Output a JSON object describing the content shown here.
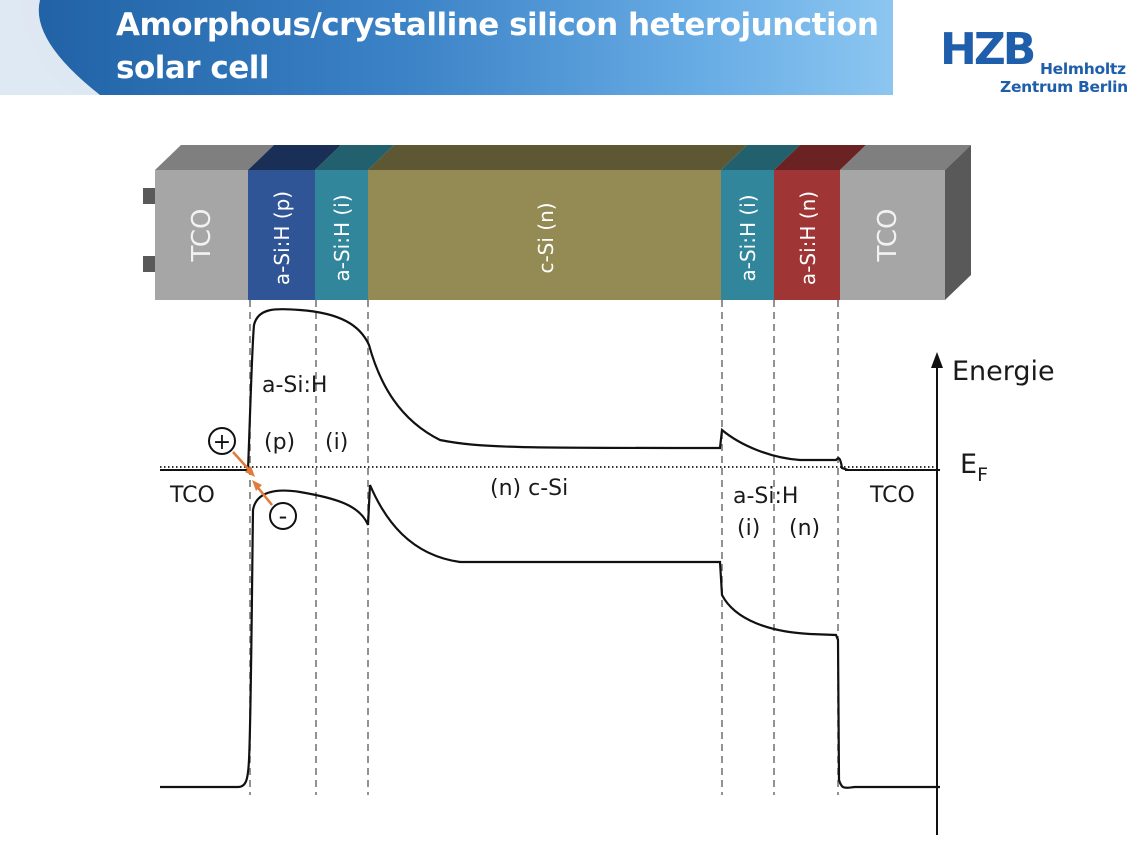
{
  "slide": {
    "title": "Amorphous/crystalline silicon heterojunction solar cell",
    "title_line1": "Amorphous/crystalline silicon heterojunction",
    "title_line2": "solar cell"
  },
  "logo": {
    "mark": "HZB",
    "line1": "Helmholtz",
    "line2": "Zentrum Berlin"
  },
  "device_stack": {
    "layers": [
      {
        "label": "TCO",
        "color": "#a6a6a6"
      },
      {
        "label": "a-Si:H (p)",
        "color": "#2f5597"
      },
      {
        "label": "a-Si:H (i)",
        "color": "#31869b"
      },
      {
        "label": "c-Si (n)",
        "color": "#948a54"
      },
      {
        "label": "a-Si:H (i)",
        "color": "#31869b"
      },
      {
        "label": "a-Si:H (n)",
        "color": "#a03535"
      },
      {
        "label": "TCO",
        "color": "#a6a6a6"
      }
    ]
  },
  "band_diagram": {
    "axis_label": "Energie",
    "fermi_label": "E",
    "fermi_subscript": "F",
    "left_contact": "TCO",
    "left_material": "a-Si:H",
    "left_p": "(p)",
    "left_i": "(i)",
    "hole_symbol": "+",
    "electron_symbol": "-",
    "center_label": "(n) c-Si",
    "right_material": "a-Si:H",
    "right_i": "(i)",
    "right_n": "(n)",
    "right_contact": "TCO",
    "arrow_color": "#e07b39"
  }
}
